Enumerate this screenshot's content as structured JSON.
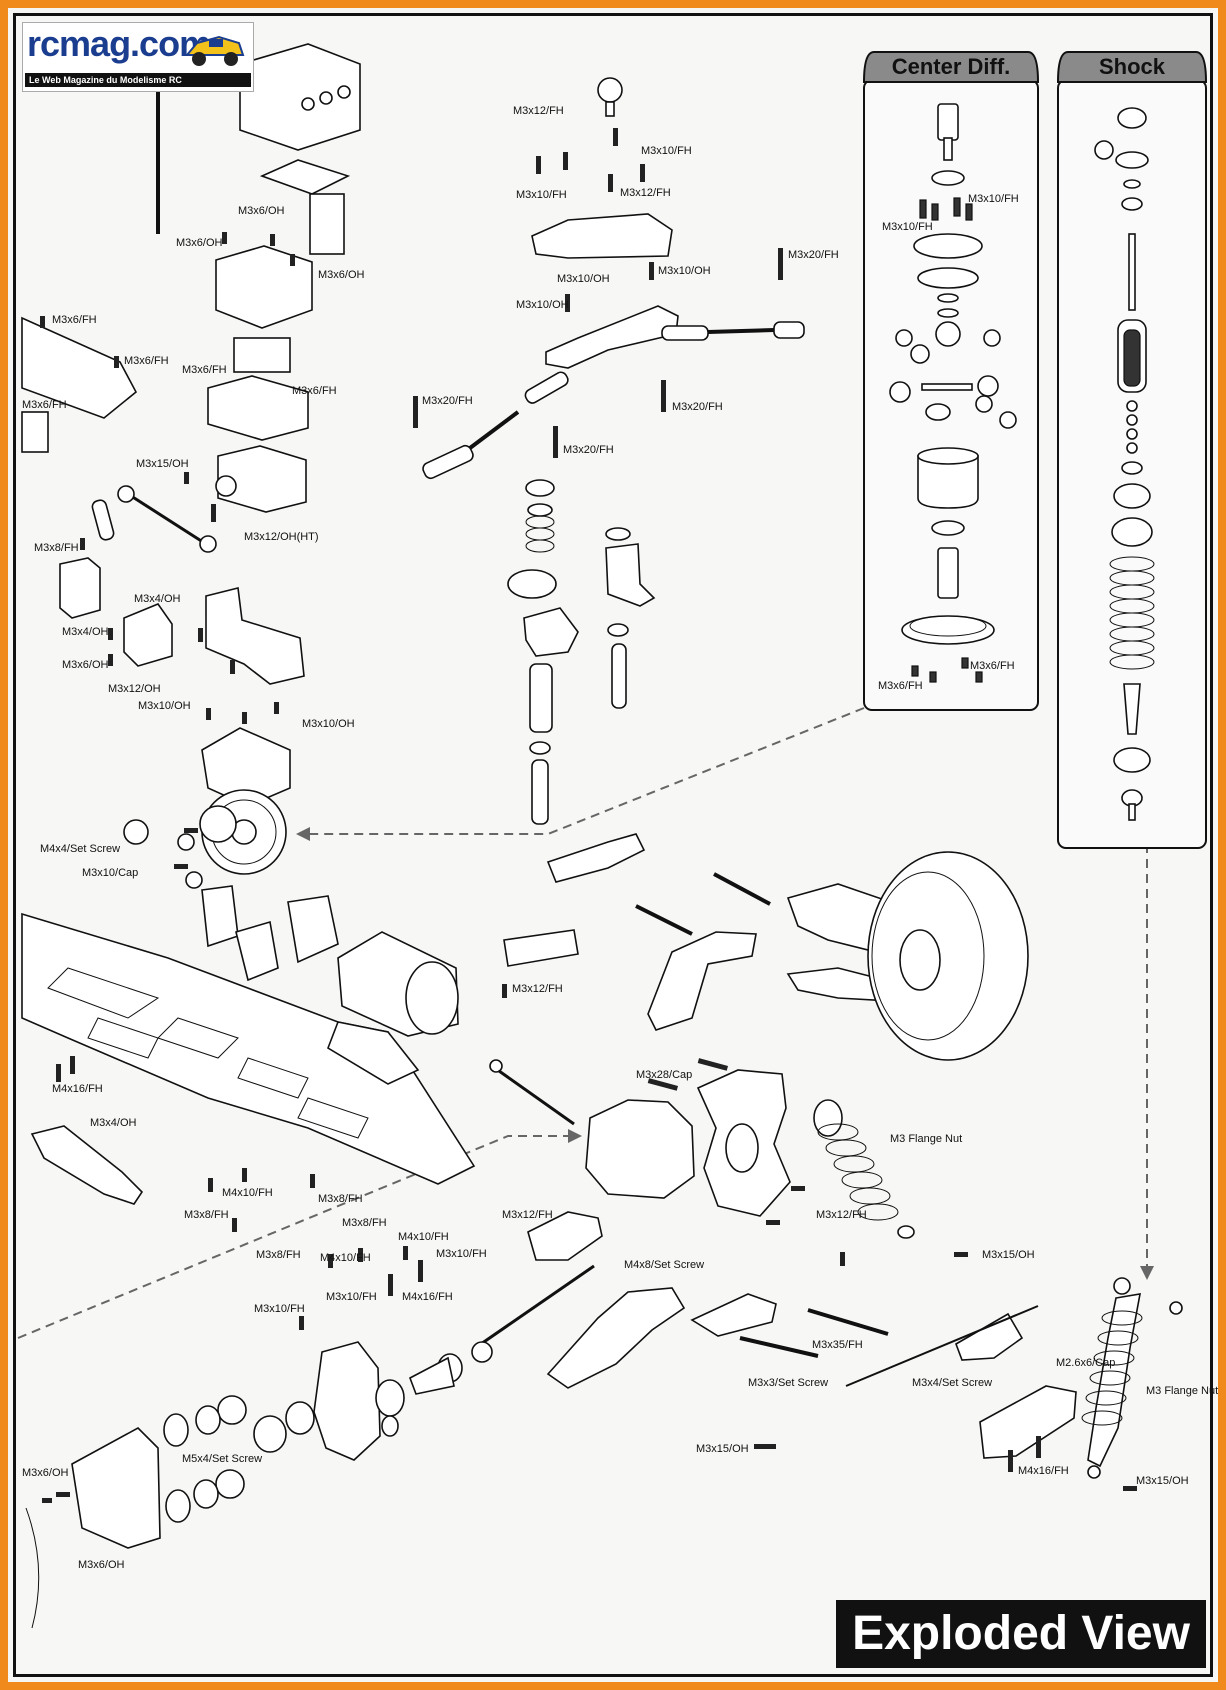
{
  "logo": {
    "brand": "rcmag.com",
    "tagline": "Le Web Magazine du Modelisme RC"
  },
  "panels": {
    "center_diff": "Center Diff.",
    "shock": "Shock"
  },
  "footer": {
    "title": "Exploded View"
  },
  "labels": [
    {
      "id": "l1",
      "text": "M3x12/FH"
    },
    {
      "id": "l2",
      "text": "M3x10/FH"
    },
    {
      "id": "l3",
      "text": "M3x10/FH"
    },
    {
      "id": "l4",
      "text": "M3x12/FH"
    },
    {
      "id": "l5",
      "text": "M3x20/FH"
    },
    {
      "id": "l6",
      "text": "M3x10/OH"
    },
    {
      "id": "l7",
      "text": "M3x10/OH"
    },
    {
      "id": "l8",
      "text": "M3x10/OH"
    },
    {
      "id": "l9",
      "text": "M3x20/FH"
    },
    {
      "id": "l10",
      "text": "M3x20/FH"
    },
    {
      "id": "l11",
      "text": "M3x20/FH"
    },
    {
      "id": "l12",
      "text": "M3x6/OH"
    },
    {
      "id": "l13",
      "text": "M3x6/OH"
    },
    {
      "id": "l14",
      "text": "M3x6/OH"
    },
    {
      "id": "l15",
      "text": "M3x6/FH"
    },
    {
      "id": "l16",
      "text": "M3x6/FH"
    },
    {
      "id": "l17",
      "text": "M3x6/FH"
    },
    {
      "id": "l18",
      "text": "M3x6/FH"
    },
    {
      "id": "l19",
      "text": "M3x6/FH"
    },
    {
      "id": "l20",
      "text": "M3x15/OH"
    },
    {
      "id": "l21",
      "text": "M3x12/OH(HT)"
    },
    {
      "id": "l22",
      "text": "M3x8/FH"
    },
    {
      "id": "l23",
      "text": "M3x4/OH"
    },
    {
      "id": "l24",
      "text": "M3x4/OH"
    },
    {
      "id": "l25",
      "text": "M3x6/OH"
    },
    {
      "id": "l26",
      "text": "M3x12/OH"
    },
    {
      "id": "l27",
      "text": "M3x10/OH"
    },
    {
      "id": "l28",
      "text": "M3x10/OH"
    },
    {
      "id": "l29",
      "text": "M4x4/Set Screw"
    },
    {
      "id": "l30",
      "text": "M3x10/Cap"
    },
    {
      "id": "l31",
      "text": "M3x10/FH"
    },
    {
      "id": "l32",
      "text": "M3x10/FH"
    },
    {
      "id": "l33",
      "text": "M3x6/FH"
    },
    {
      "id": "l34",
      "text": "M3x6/FH"
    },
    {
      "id": "l35",
      "text": "M3x12/FH"
    },
    {
      "id": "l36",
      "text": "M4x16/FH"
    },
    {
      "id": "l37",
      "text": "M3x4/OH"
    },
    {
      "id": "l38",
      "text": "M4x10/FH"
    },
    {
      "id": "l39",
      "text": "M3x8/FH"
    },
    {
      "id": "l40",
      "text": "M3x8/FH"
    },
    {
      "id": "l41",
      "text": "M3x8/FH"
    },
    {
      "id": "l42",
      "text": "M4x10/FH"
    },
    {
      "id": "l43",
      "text": "M3x8/FH"
    },
    {
      "id": "l44",
      "text": "M4x10/FH"
    },
    {
      "id": "l45",
      "text": "M3x10/FH"
    },
    {
      "id": "l46",
      "text": "M3x10/FH"
    },
    {
      "id": "l47",
      "text": "M4x16/FH"
    },
    {
      "id": "l48",
      "text": "M3x28/Cap"
    },
    {
      "id": "l49",
      "text": "M3 Flange Nut"
    },
    {
      "id": "l50",
      "text": "M3x12/FH"
    },
    {
      "id": "l51",
      "text": "M3x15/OH"
    },
    {
      "id": "l52",
      "text": "M3x12/FH"
    },
    {
      "id": "l53",
      "text": "M4x8/Set Screw"
    },
    {
      "id": "l54",
      "text": "M3x10/FH"
    },
    {
      "id": "l55",
      "text": "M3x35/FH"
    },
    {
      "id": "l56",
      "text": "M3x3/Set Screw"
    },
    {
      "id": "l57",
      "text": "M3x4/Set Screw"
    },
    {
      "id": "l58",
      "text": "M2.6x6/Cap"
    },
    {
      "id": "l59",
      "text": "M3 Flange Nut"
    },
    {
      "id": "l60",
      "text": "M3x15/OH"
    },
    {
      "id": "l61",
      "text": "M4x16/FH"
    },
    {
      "id": "l62",
      "text": "M3x15/OH"
    },
    {
      "id": "l63",
      "text": "M5x4/Set Screw"
    },
    {
      "id": "l64",
      "text": "M3x6/OH"
    },
    {
      "id": "l65",
      "text": "M3x6/OH"
    }
  ]
}
